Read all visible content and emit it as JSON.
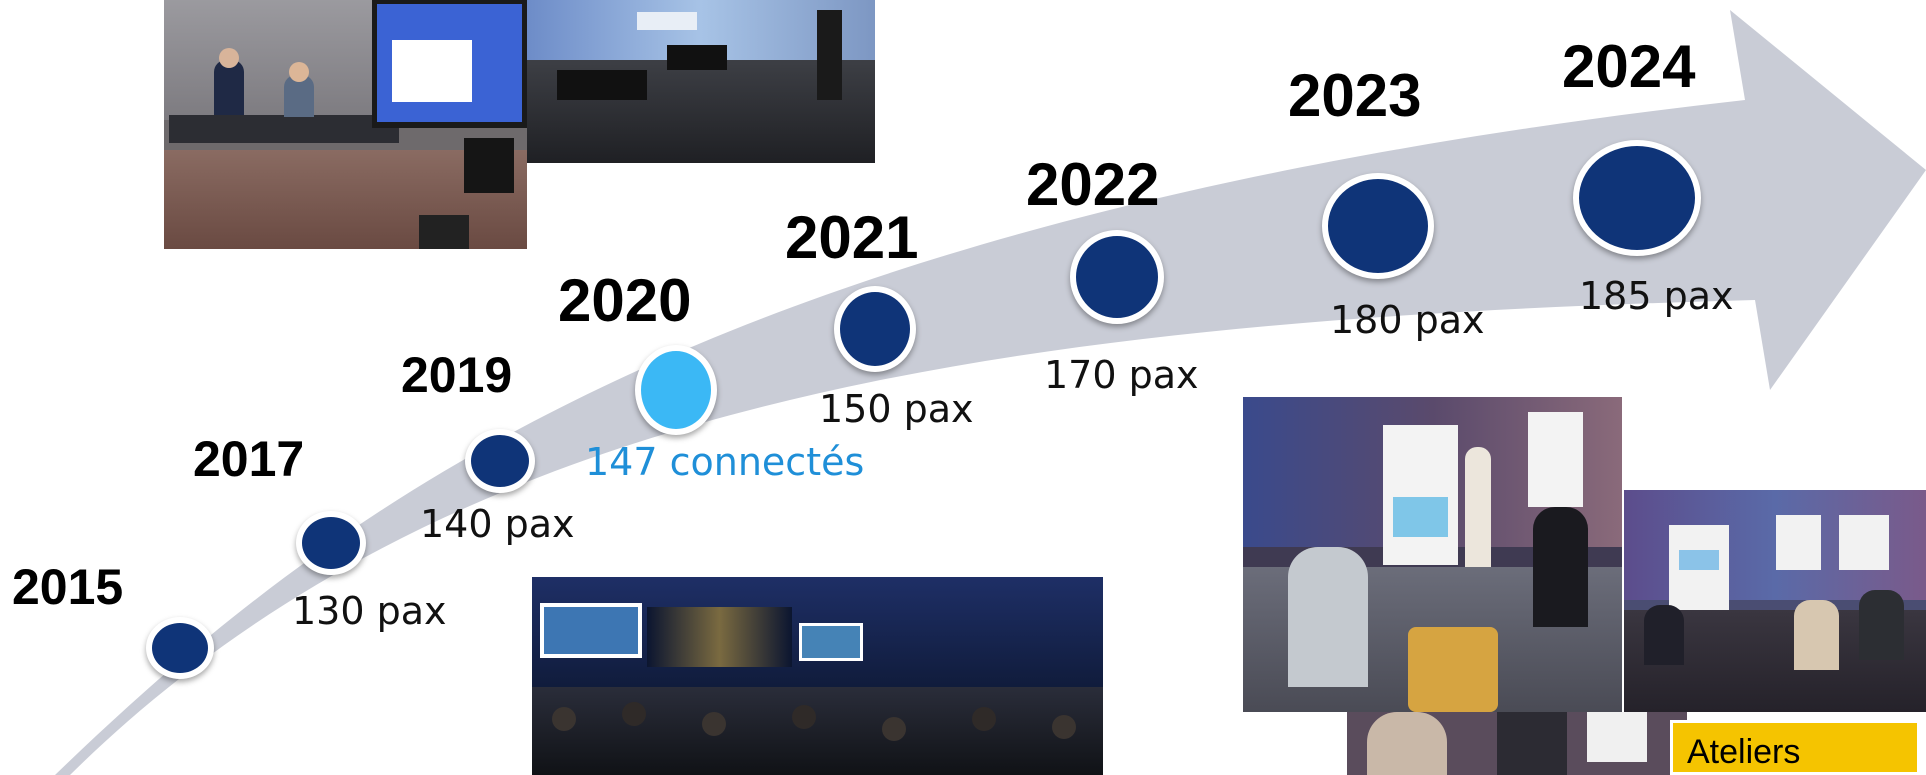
{
  "colors": {
    "arrow": "#c9ccd6",
    "dot_primary": "#0f3478",
    "dot_accent": "#3bb8f5",
    "accent_text": "#1f8fd8",
    "badge_bg": "#f5c400"
  },
  "timeline": [
    {
      "year": "2015",
      "label": ""
    },
    {
      "year": "2017",
      "label": "130 pax"
    },
    {
      "year": "2019",
      "label": "140 pax"
    },
    {
      "year": "2020",
      "label": "147 connectés",
      "accent": true
    },
    {
      "year": "2021",
      "label": "150 pax"
    },
    {
      "year": "2022",
      "label": "170 pax"
    },
    {
      "year": "2023",
      "label": "180 pax"
    },
    {
      "year": "2024",
      "label": "185 pax"
    }
  ],
  "photos": [
    {
      "name": "photo-speakers-panel",
      "subject": "speakers panel with screen"
    },
    {
      "name": "photo-empty-stage",
      "subject": "empty conference stage"
    },
    {
      "name": "photo-conference-audience",
      "subject": "conference audience"
    },
    {
      "name": "photo-workshop-group",
      "subject": "workshop group discussion"
    },
    {
      "name": "photo-workshop-room",
      "subject": "workshop room with flipcharts"
    },
    {
      "name": "photo-workshop-table",
      "subject": "workshop participants"
    }
  ],
  "badge": {
    "label": "Ateliers"
  }
}
